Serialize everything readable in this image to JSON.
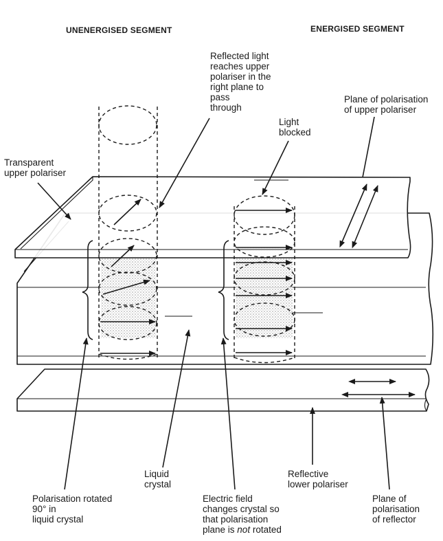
{
  "headers": {
    "unenergised": "UNENERGISED SEGMENT",
    "energised": "ENERGISED SEGMENT"
  },
  "labels": {
    "reflected_light": "Reflected light\nreaches upper\npolariser in the\nright plane to\npass\nthrough",
    "plane_upper": "Plane of polarisation\nof upper polariser",
    "light_blocked": "Light\nblocked",
    "upper_polariser": "Transparent\nupper polariser",
    "liquid_crystal": "Liquid\ncrystal",
    "reflective_lower": "Reflective\nlower polariser",
    "rotated": "Polarisation rotated\n90° in\nliquid crystal",
    "electric_field_1": "Electric field\nchanges crystal so\nthat polarisation\nplane is ",
    "electric_field_not": "not",
    "electric_field_2": " rotated",
    "plane_reflector": "Plane of\npolarisation\nof reflector"
  }
}
